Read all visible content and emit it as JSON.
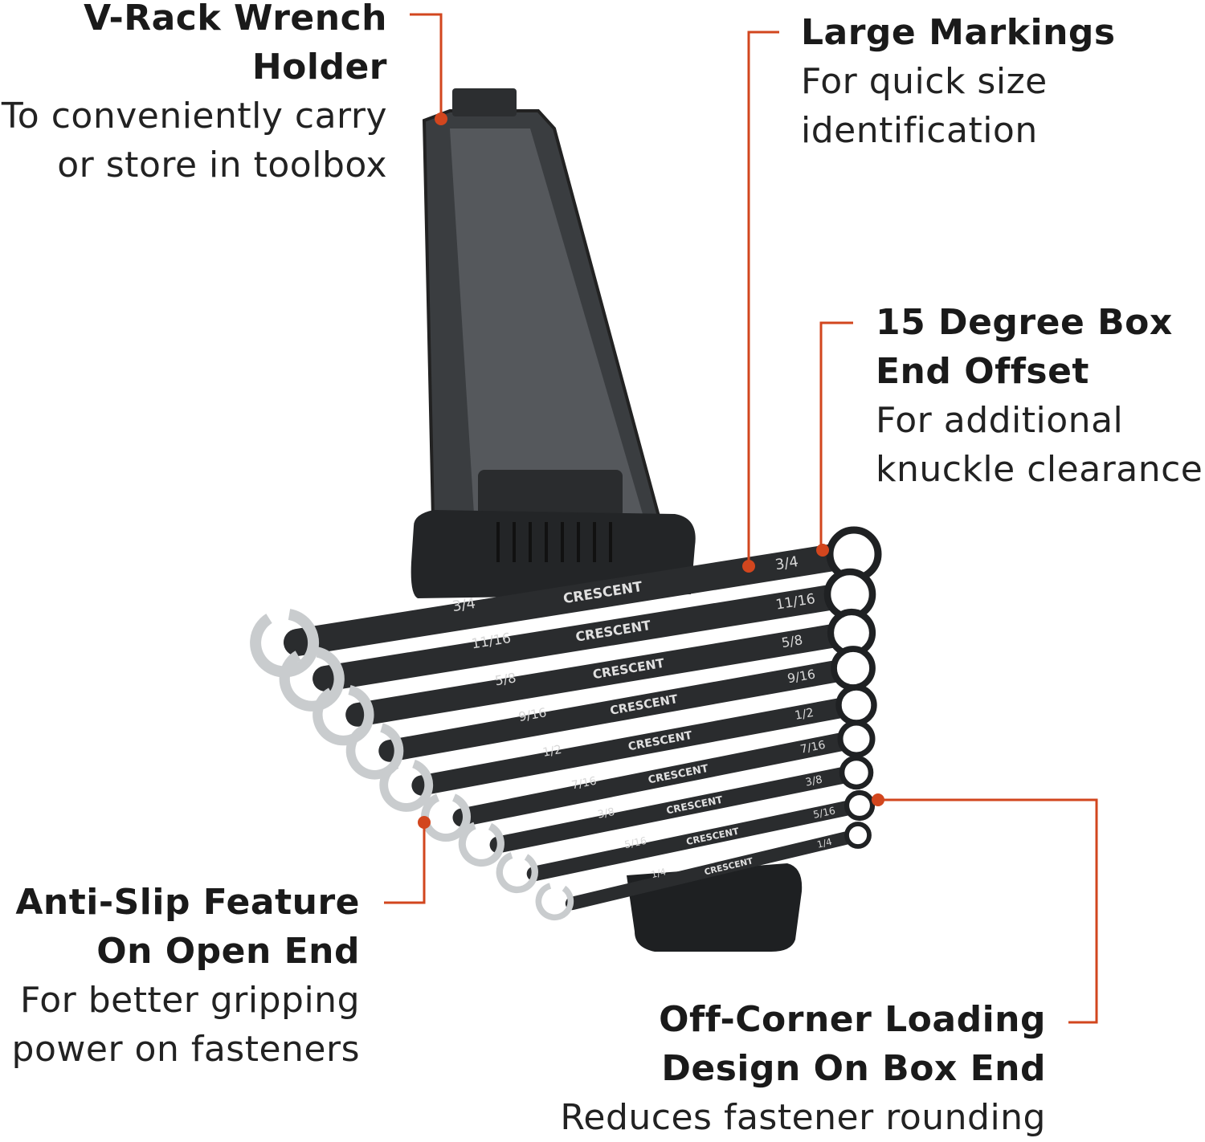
{
  "accent_color": "#d2461e",
  "callouts": {
    "vrack": {
      "title": [
        "V-Rack Wrench",
        "Holder"
      ],
      "desc": [
        "To conveniently carry",
        "or store in toolbox"
      ]
    },
    "markings": {
      "title": [
        "Large Markings"
      ],
      "desc": [
        "For quick size",
        "identification"
      ]
    },
    "offset": {
      "title": [
        "15 Degree Box",
        "End Offset"
      ],
      "desc": [
        "For additional",
        "knuckle clearance"
      ]
    },
    "antislip": {
      "title": [
        "Anti-Slip Feature",
        "On Open End"
      ],
      "desc": [
        "For better gripping",
        "power on fasteners"
      ]
    },
    "offcorner": {
      "title": [
        "Off-Corner Loading",
        "Design On Box End"
      ],
      "desc": [
        "Reduces fastener rounding"
      ]
    }
  },
  "wrenches": {
    "brand": "CRESCENT",
    "sizes": [
      "3/4",
      "11/16",
      "5/8",
      "9/16",
      "1/2",
      "7/16",
      "3/8",
      "5/16",
      "1/4"
    ]
  }
}
